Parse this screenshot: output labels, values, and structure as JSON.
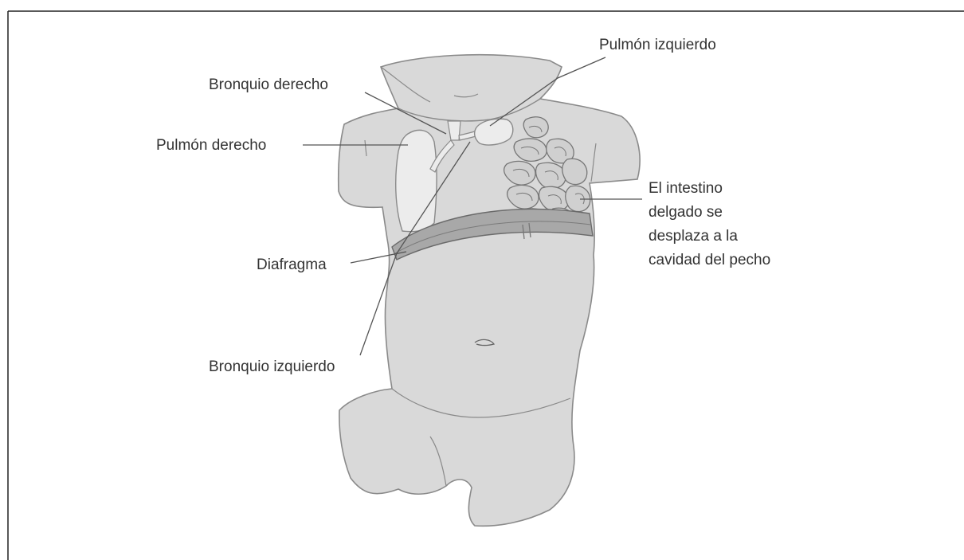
{
  "diagram": {
    "labels": {
      "pulmon_izquierdo": "Pulmón izquierdo",
      "bronquio_derecho": "Bronquio derecho",
      "pulmon_derecho": "Pulmón derecho",
      "intestino": [
        "El intestino",
        "delgado se",
        "desplaza a la",
        "cavidad del pecho"
      ],
      "diafragma": "Diafragma",
      "bronquio_izquierdo": "Bronquio izquierdo"
    },
    "colors": {
      "body_fill": "#d9d9d9",
      "body_stroke": "#8a8a8a",
      "lung_fill": "#ececec",
      "diaphragm_fill": "#a8a8a8",
      "label_text": "#333333",
      "frame_border": "#222222"
    }
  }
}
